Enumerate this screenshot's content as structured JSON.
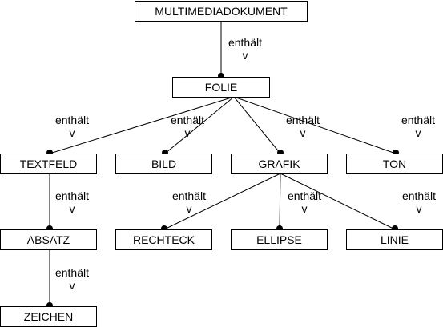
{
  "nodes": {
    "multimediadokument": "MULTIMEDIADOKUMENT",
    "folie": "FOLIE",
    "textfeld": "TEXTFELD",
    "bild": "BILD",
    "grafik": "GRAFIK",
    "ton": "TON",
    "absatz": "ABSATZ",
    "rechteck": "RECHTECK",
    "ellipse": "ELLIPSE",
    "linie": "LINIE",
    "zeichen": "ZEICHEN"
  },
  "edges": [
    {
      "from": "multimediadokument",
      "to": "folie",
      "label": "enthält",
      "cardinality": "v"
    },
    {
      "from": "folie",
      "to": "textfeld",
      "label": "enthält",
      "cardinality": "v"
    },
    {
      "from": "folie",
      "to": "bild",
      "label": "enthält",
      "cardinality": "v"
    },
    {
      "from": "folie",
      "to": "grafik",
      "label": "enthält",
      "cardinality": "v"
    },
    {
      "from": "folie",
      "to": "ton",
      "label": "enthält",
      "cardinality": "v"
    },
    {
      "from": "textfeld",
      "to": "absatz",
      "label": "enthält",
      "cardinality": "v"
    },
    {
      "from": "grafik",
      "to": "rechteck",
      "label": "enthält",
      "cardinality": "v"
    },
    {
      "from": "grafik",
      "to": "ellipse",
      "label": "enthält",
      "cardinality": "v"
    },
    {
      "from": "grafik",
      "to": "linie",
      "label": "enthält",
      "cardinality": "v"
    },
    {
      "from": "absatz",
      "to": "zeichen",
      "label": "enthält",
      "cardinality": "v"
    }
  ]
}
